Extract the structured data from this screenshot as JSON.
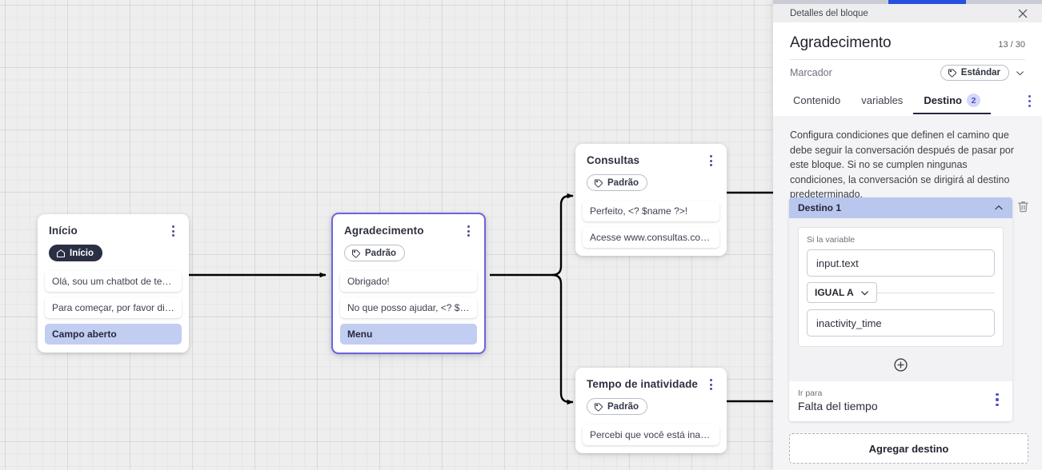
{
  "canvas": {
    "nodes": [
      {
        "id": "inicio",
        "title": "Início",
        "tag": "Início",
        "tag_icon": "home-icon",
        "tag_style": "start",
        "selected": false,
        "rows": [
          {
            "text": "Olá, sou um chatbot de teste!",
            "highlight": false
          },
          {
            "text": "Para começar, por favor digite o ...",
            "highlight": false
          },
          {
            "text": "Campo aberto",
            "highlight": true
          }
        ]
      },
      {
        "id": "agradecimento",
        "title": "Agradecimento",
        "tag": "Padrão",
        "tag_icon": "tag-icon",
        "tag_style": "default",
        "selected": true,
        "rows": [
          {
            "text": "Obrigado!",
            "highlight": false
          },
          {
            "text": "No que posso ajudar, <? $name ...",
            "highlight": false
          },
          {
            "text": "Menu",
            "highlight": true
          }
        ]
      },
      {
        "id": "consultas",
        "title": "Consultas",
        "tag": "Padrão",
        "tag_icon": "tag-icon",
        "tag_style": "default",
        "selected": false,
        "rows": [
          {
            "text": "Perfeito, <? $name ?>!",
            "highlight": false
          },
          {
            "text": "Acesse www.consultas.com par...",
            "highlight": false
          }
        ]
      },
      {
        "id": "inatividade",
        "title": "Tempo de inatividade",
        "tag": "Padrão",
        "tag_icon": "tag-icon",
        "tag_style": "default",
        "selected": false,
        "rows": [
          {
            "text": "Percebi que você está inativo. C...",
            "highlight": false
          }
        ]
      }
    ]
  },
  "panel": {
    "header_title": "Detalles del bloque",
    "close_icon": "close-icon",
    "block_title": "Agradecimento",
    "char_count": "13 / 30",
    "marcador_label": "Marcador",
    "marcador_value": "Estándar",
    "tabs": [
      {
        "label": "Contenido",
        "badge": "",
        "active": false
      },
      {
        "label": "variables",
        "badge": "",
        "active": false
      },
      {
        "label": "Destino",
        "badge": "2",
        "active": true
      }
    ],
    "description": "Configura condiciones que definen el camino que debe seguir la conversación después de pasar por este bloque. Si no se cumplen ningunas condiciones, la conversación se dirigirá al destino predeterminado.",
    "destino": {
      "header": "Destino 1",
      "condition_label": "Si la variable",
      "variable_value": "input.text",
      "operator": "IGUAL A",
      "comparison_value": "inactivity_time",
      "goto_label": "Ir para",
      "goto_value": "Falta del tiempo"
    },
    "add_destino_label": "Agregar destino"
  },
  "colors": {
    "accent_blue": "#2950dd",
    "selected_node_border": "#6c63e0",
    "highlight_row": "#c2cdf2",
    "destino_header": "#b9c7ef",
    "badge_bg": "#d5d7fb",
    "badge_text": "#4a4fc0"
  }
}
